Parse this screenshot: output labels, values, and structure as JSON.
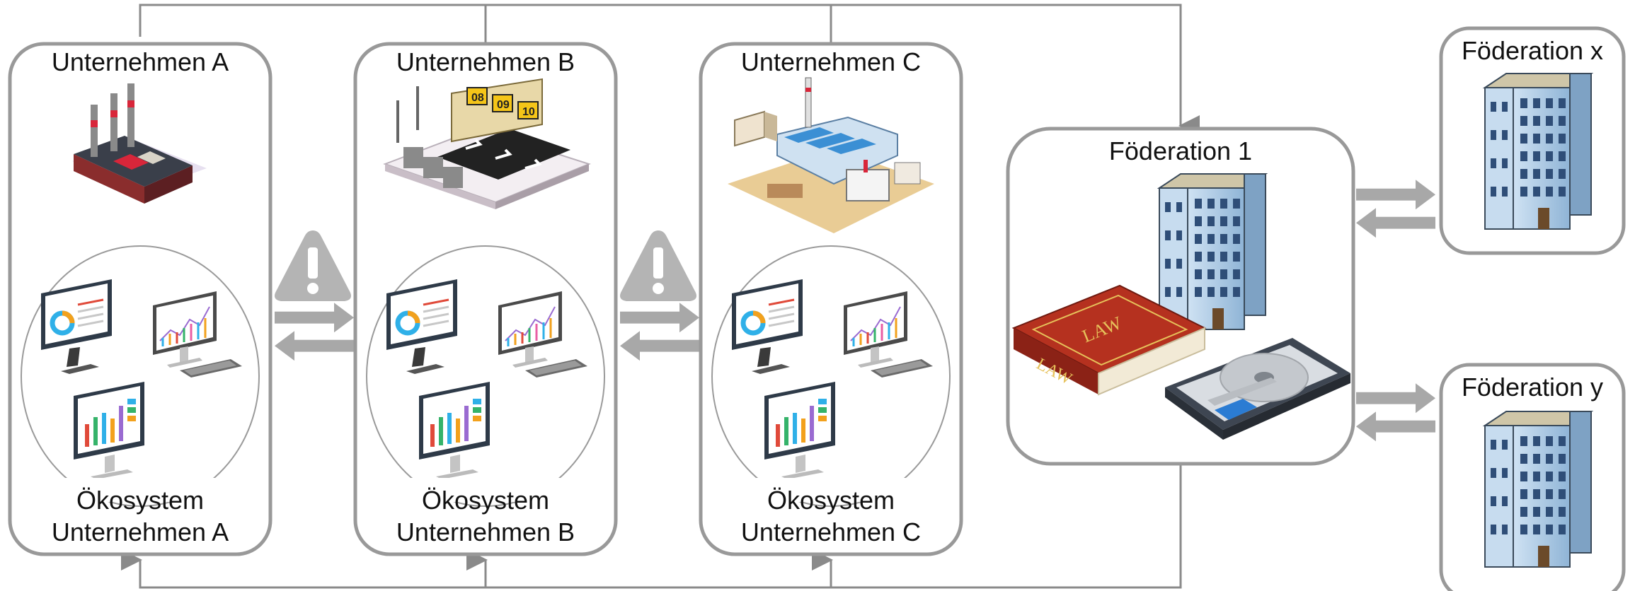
{
  "companies": [
    {
      "name": "Unternehmen A",
      "ecosystem_line1": "Ökosystem",
      "ecosystem_line2": "Unternehmen A",
      "building_icon": "factory-icon"
    },
    {
      "name": "Unternehmen B",
      "ecosystem_line1": "Ökosystem",
      "ecosystem_line2": "Unternehmen B",
      "building_icon": "warehouse-icon"
    },
    {
      "name": "Unternehmen C",
      "ecosystem_line1": "Ökosystem",
      "ecosystem_line2": "Unternehmen C",
      "building_icon": "industrial-plant-icon"
    }
  ],
  "federation_main": {
    "name": "Föderation 1",
    "icons": [
      "office-building-icon",
      "law-book-icon",
      "hard-drive-icon"
    ]
  },
  "federation_x": {
    "name": "Föderation x",
    "icon": "office-building-icon"
  },
  "federation_y": {
    "name": "Föderation y",
    "icon": "office-building-icon"
  },
  "book": {
    "cover_text": "LAW",
    "spine_text": "LAW"
  },
  "colors": {
    "frame": "#999999",
    "connector": "#8a8a8a",
    "warning": "#b4b4b4",
    "book": "#a52a1f",
    "building": "#a9c9e6"
  }
}
